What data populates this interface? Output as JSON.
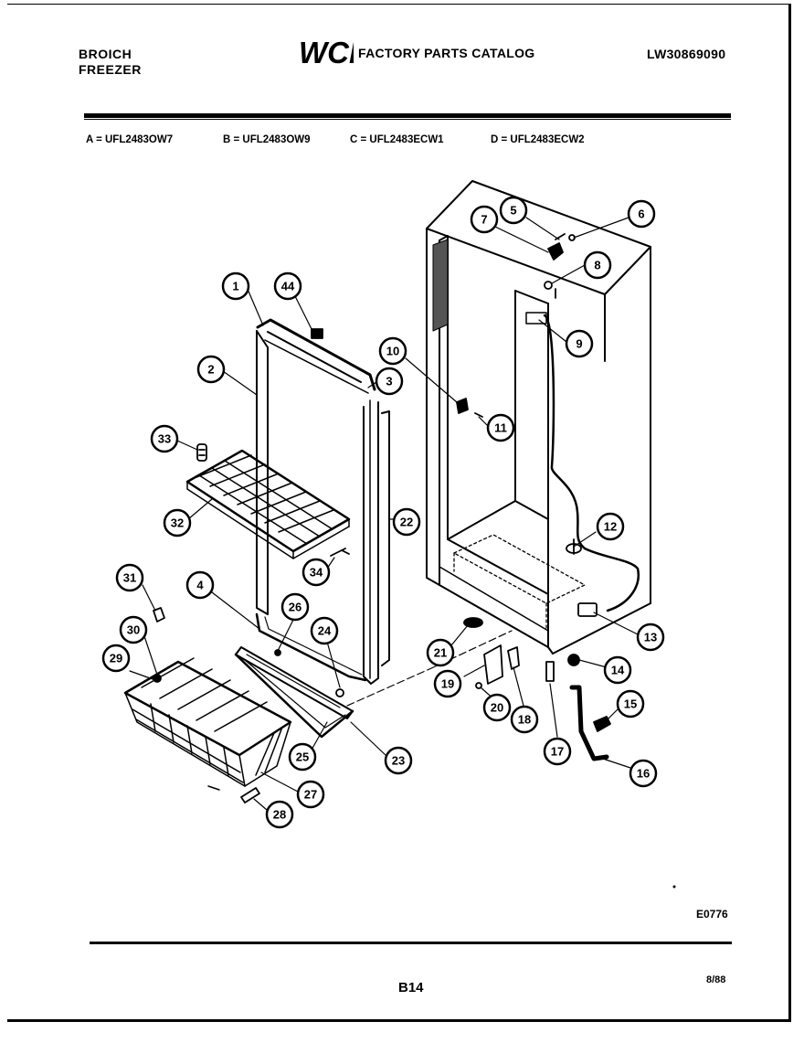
{
  "header": {
    "brand_line1": "BROICH",
    "brand_line2": "FREEZER",
    "logo_text": "WCI",
    "title": "FACTORY PARTS CATALOG",
    "catalog_number": "LW30869090"
  },
  "models": [
    {
      "text": "A = UFL2483OW7"
    },
    {
      "text": "B = UFL2483OW9"
    },
    {
      "text": "C = UFL2483ECW1"
    },
    {
      "text": "D = UFL2483ECW2"
    }
  ],
  "callouts": [
    {
      "label": "1"
    },
    {
      "label": "44"
    },
    {
      "label": "2"
    },
    {
      "label": "3"
    },
    {
      "label": "33"
    },
    {
      "label": "32"
    },
    {
      "label": "22"
    },
    {
      "label": "34"
    },
    {
      "label": "31"
    },
    {
      "label": "4"
    },
    {
      "label": "26"
    },
    {
      "label": "24"
    },
    {
      "label": "30"
    },
    {
      "label": "29"
    },
    {
      "label": "25"
    },
    {
      "label": "23"
    },
    {
      "label": "27"
    },
    {
      "label": "28"
    },
    {
      "label": "7"
    },
    {
      "label": "5"
    },
    {
      "label": "6"
    },
    {
      "label": "8"
    },
    {
      "label": "9"
    },
    {
      "label": "10"
    },
    {
      "label": "11"
    },
    {
      "label": "12"
    },
    {
      "label": "13"
    },
    {
      "label": "21"
    },
    {
      "label": "19"
    },
    {
      "label": "20"
    },
    {
      "label": "18"
    },
    {
      "label": "14"
    },
    {
      "label": "15"
    },
    {
      "label": "17"
    },
    {
      "label": "16"
    }
  ],
  "footer": {
    "figure_code": "E0776",
    "page_id": "B14",
    "date_code": "8/88"
  }
}
